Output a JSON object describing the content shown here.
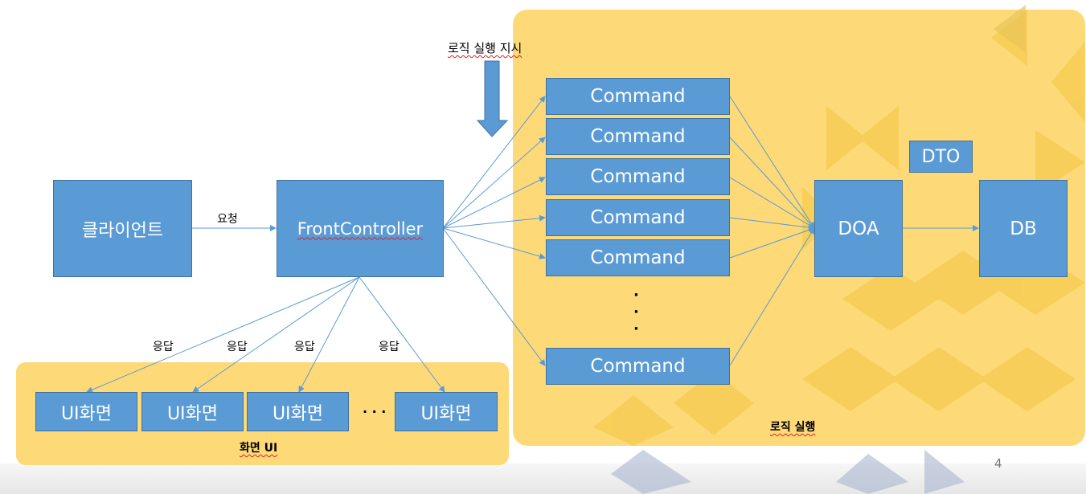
{
  "instruction_label": "로직 실행 지시",
  "client": {
    "label": "클라이언트"
  },
  "request_label": "요청",
  "front_controller": {
    "label": "FrontController"
  },
  "response_labels": [
    "응답",
    "응답",
    "응답",
    "응답"
  ],
  "ui_screens": [
    "UI화면",
    "UI화면",
    "UI화면",
    "UI화면"
  ],
  "ui_ellipsis": "· · ·",
  "ui_panel_label": "화면 UI",
  "commands": [
    "Command",
    "Command",
    "Command",
    "Command",
    "Command",
    "Command"
  ],
  "command_dots": [
    "·",
    "·",
    "·"
  ],
  "logic_panel_label": "로직 실행",
  "doa": {
    "label": "DOA"
  },
  "dto": {
    "label": "DTO"
  },
  "db": {
    "label": "DB"
  },
  "page_number": "4",
  "colors": {
    "box_fill": "#5b9bd5",
    "panel_fill": "#fdd978",
    "line": "#5b9bd5"
  }
}
